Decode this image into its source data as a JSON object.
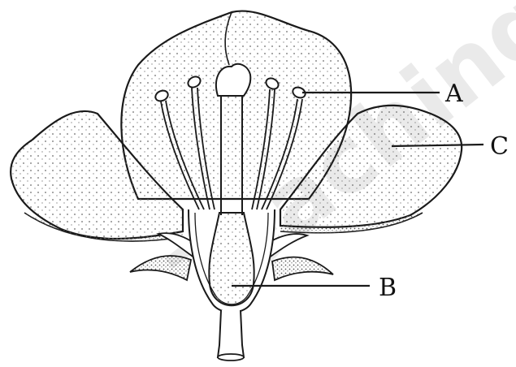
{
  "watermark": {
    "text": "Teaching"
  },
  "labels": {
    "a": "A",
    "b": "B",
    "c": "C"
  },
  "colors": {
    "line": "#1a1a1a",
    "stipple": "#6b6b6b",
    "watermark": "#e7e7e7",
    "background": "#ffffff"
  }
}
